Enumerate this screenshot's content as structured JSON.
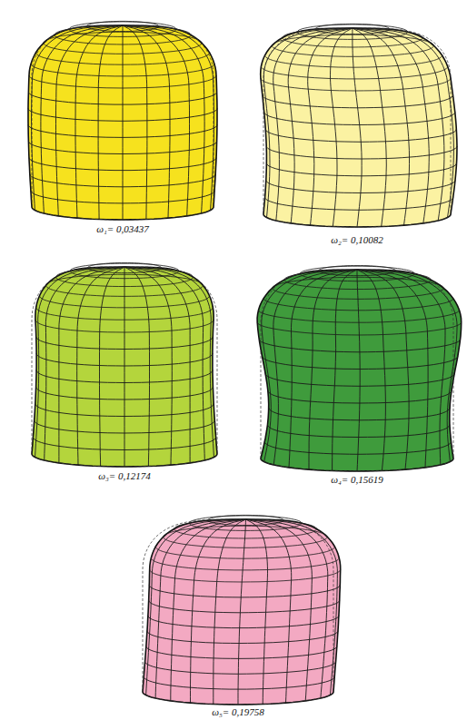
{
  "diagram": {
    "labels": [
      "ω₁= 0,03437",
      "ω₂= 0,10082",
      "ω₃= 0,12174",
      "ω₄= 0,15619",
      "ω₅= 0,19758"
    ]
  }
}
